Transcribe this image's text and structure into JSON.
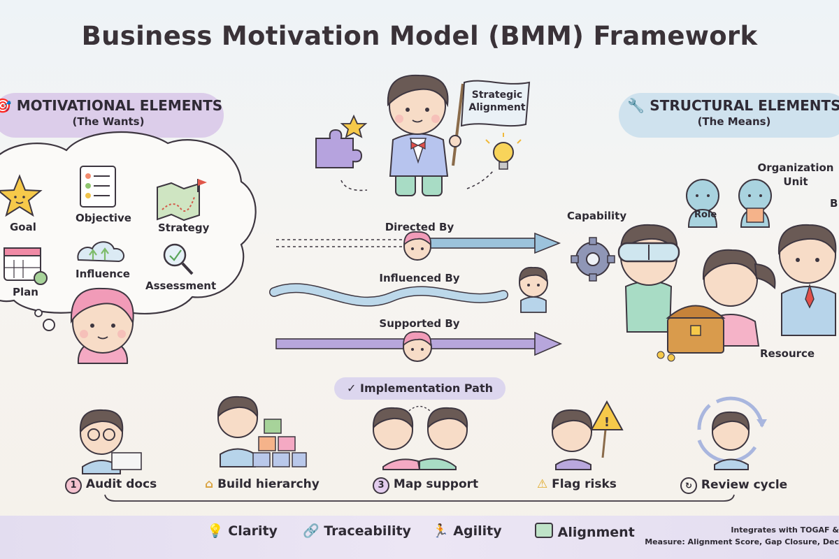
{
  "title": "Business Motivation Model (BMM) Framework",
  "motivational": {
    "heading": "MOTIVATIONAL ELEMENTS",
    "subheading": "(The Wants)",
    "items": [
      "Goal",
      "Objective",
      "Strategy",
      "Plan",
      "Influence",
      "Assessment"
    ]
  },
  "structural": {
    "heading": "STRUCTURAL ELEMENTS",
    "subheading": "(The Means)",
    "labels": {
      "org_unit_line1": "Organization",
      "org_unit_line2": "Unit",
      "capability": "Capability",
      "role": "Role",
      "resource": "Resource",
      "cut_off": "B"
    }
  },
  "center": {
    "flag_line1": "Strategic",
    "flag_line2": "Alignment"
  },
  "relations": [
    "Directed By",
    "Influenced By",
    "Supported By"
  ],
  "implementation": {
    "heading": "Implementation Path",
    "check": "✓",
    "steps": [
      {
        "marker": "1",
        "label": "Audit docs"
      },
      {
        "marker": "",
        "label": "Build hierarchy"
      },
      {
        "marker": "3",
        "label": "Map support"
      },
      {
        "marker": "!",
        "label": "Flag risks"
      },
      {
        "marker": "",
        "label": "Review cycle"
      }
    ]
  },
  "benefits": [
    "Clarity",
    "Traceability",
    "Agility",
    "Alignment"
  ],
  "footnotes": {
    "line1": "Integrates with TOGAF &",
    "line2": "Measure: Alignment Score, Gap Closure, Dec"
  },
  "colors": {
    "motivational_pill": "#dccdea",
    "structural_pill": "#cfe2ee",
    "arrow_blue": "#9cc3dc",
    "arrow_purple": "#b7a6dc",
    "skin": "#f7dcc7",
    "hair": "#6a5a55",
    "pink_hair": "#f19bb8"
  }
}
